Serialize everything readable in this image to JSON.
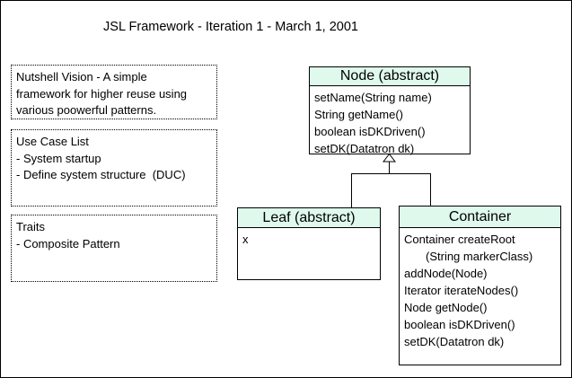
{
  "title": "JSL Framework - Iteration 1 - March 1, 2001",
  "notes": [
    {
      "lines": [
        "Nutshell Vision - A simple",
        "framework for higher reuse using",
        "various poowerful patterns."
      ]
    },
    {
      "lines": [
        "Use Case List",
        "- System startup",
        "- Define system structure  (DUC)"
      ]
    },
    {
      "lines": [
        "Traits",
        "- Composite Pattern"
      ]
    }
  ],
  "classes": {
    "node": {
      "title": "Node (abstract)",
      "methods": [
        "setName(String name)",
        "String getName()",
        "boolean isDKDriven()",
        "setDK(Datatron dk)"
      ]
    },
    "leaf": {
      "title": "Leaf (abstract)",
      "methods": [
        "x"
      ]
    },
    "container": {
      "title": "Container",
      "methods": [
        "Container createRoot",
        "(String markerClass)",
        "addNode(Node)",
        "Iterator iterateNodes()",
        "Node getNode()",
        "boolean isDKDriven()",
        "setDK(Datatron dk)"
      ]
    }
  },
  "colors": {
    "class_header_fill": "#dffaec",
    "line": "#000000",
    "background": "#ffffff"
  }
}
